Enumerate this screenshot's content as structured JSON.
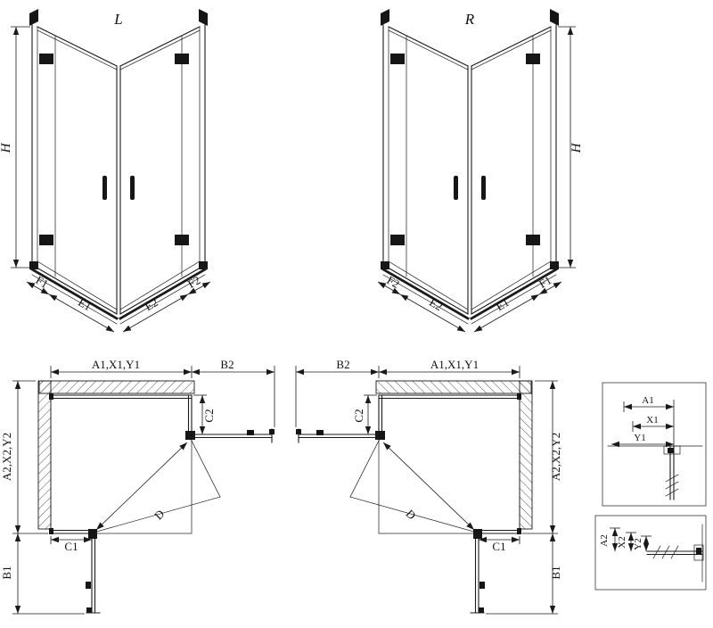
{
  "page": {
    "background": "#ffffff",
    "line_color": "#1a1a1a"
  },
  "views": {
    "iso_l": {
      "label": "L",
      "dim_h": "H",
      "dim_f1": "F1",
      "dim_e1": "E1",
      "dim_e2": "E2",
      "dim_f2": "F2"
    },
    "iso_r": {
      "label": "R",
      "dim_h": "H",
      "dim_f1": "F1",
      "dim_e1": "E1",
      "dim_e2": "E2",
      "dim_f2": "F2"
    },
    "plan_l": {
      "dim_top": "A1,X1,Y1",
      "dim_b2": "B2",
      "dim_c2": "C2",
      "dim_side": "A2,X2,Y2",
      "dim_b1": "B1",
      "dim_c1": "C1",
      "dim_d": "D"
    },
    "plan_r": {
      "dim_top": "A1,X1,Y1",
      "dim_b2": "B2",
      "dim_c2": "C2",
      "dim_side": "A2,X2,Y2",
      "dim_b1": "B1",
      "dim_c1": "C1",
      "dim_d": "D"
    },
    "detail_1": {
      "dim_a1": "A1",
      "dim_x1": "X1",
      "dim_y1": "Y1"
    },
    "detail_2": {
      "dim_a2": "A2",
      "dim_x2": "X2",
      "dim_y2": "Y2"
    }
  }
}
